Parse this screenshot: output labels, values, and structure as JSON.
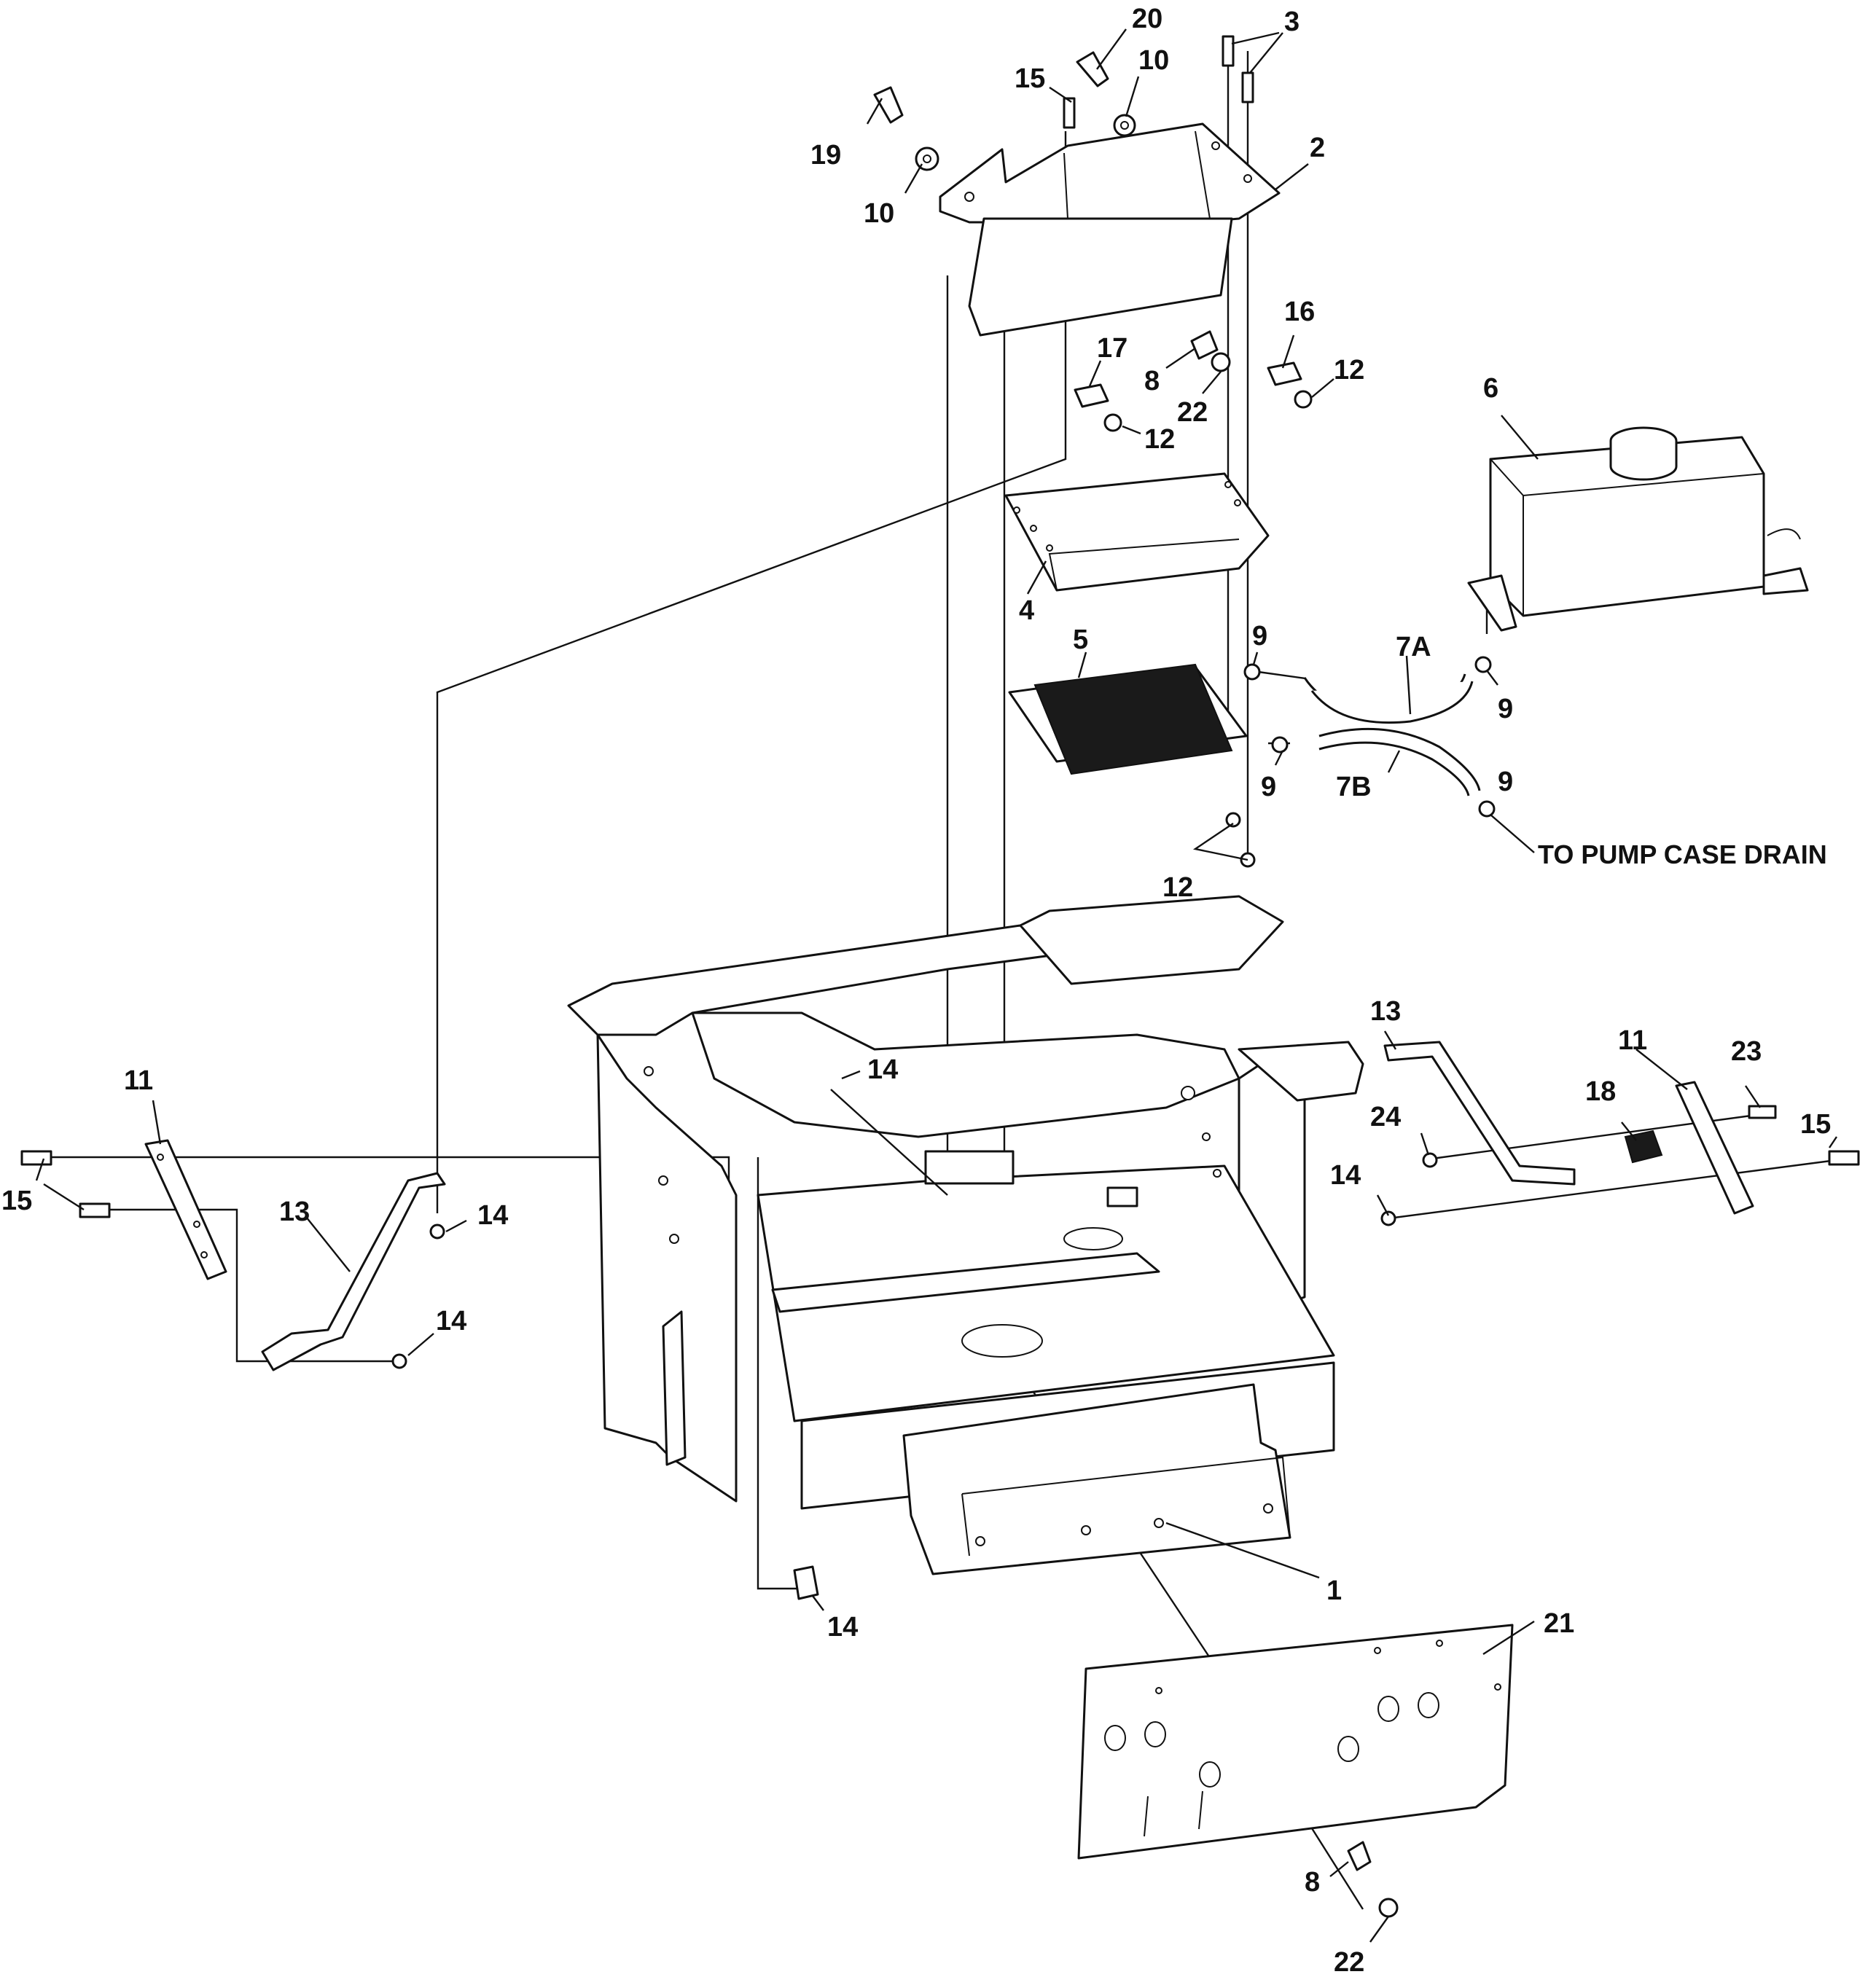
{
  "callouts": [
    {
      "id": "c-1",
      "text": "1"
    },
    {
      "id": "c-2",
      "text": "2"
    },
    {
      "id": "c-3",
      "text": "3"
    },
    {
      "id": "c-4",
      "text": "4"
    },
    {
      "id": "c-5",
      "text": "5"
    },
    {
      "id": "c-6",
      "text": "6"
    },
    {
      "id": "c-7a",
      "text": "7A"
    },
    {
      "id": "c-7b",
      "text": "7B"
    },
    {
      "id": "c-8a",
      "text": "8"
    },
    {
      "id": "c-8b",
      "text": "8"
    },
    {
      "id": "c-9a",
      "text": "9"
    },
    {
      "id": "c-9b",
      "text": "9"
    },
    {
      "id": "c-9c",
      "text": "9"
    },
    {
      "id": "c-9d",
      "text": "9"
    },
    {
      "id": "c-10a",
      "text": "10"
    },
    {
      "id": "c-10b",
      "text": "10"
    },
    {
      "id": "c-11a",
      "text": "11"
    },
    {
      "id": "c-11b",
      "text": "11"
    },
    {
      "id": "c-12a",
      "text": "12"
    },
    {
      "id": "c-12b",
      "text": "12"
    },
    {
      "id": "c-12c",
      "text": "12"
    },
    {
      "id": "c-13a",
      "text": "13"
    },
    {
      "id": "c-13b",
      "text": "13"
    },
    {
      "id": "c-14a",
      "text": "14"
    },
    {
      "id": "c-14b",
      "text": "14"
    },
    {
      "id": "c-14c",
      "text": "14"
    },
    {
      "id": "c-14d",
      "text": "14"
    },
    {
      "id": "c-14e",
      "text": "14"
    },
    {
      "id": "c-15a",
      "text": "15"
    },
    {
      "id": "c-15b",
      "text": "15"
    },
    {
      "id": "c-15c",
      "text": "15"
    },
    {
      "id": "c-16",
      "text": "16"
    },
    {
      "id": "c-17",
      "text": "17"
    },
    {
      "id": "c-18",
      "text": "18"
    },
    {
      "id": "c-19",
      "text": "19"
    },
    {
      "id": "c-20",
      "text": "20"
    },
    {
      "id": "c-21",
      "text": "21"
    },
    {
      "id": "c-22a",
      "text": "22"
    },
    {
      "id": "c-22b",
      "text": "22"
    },
    {
      "id": "c-23",
      "text": "23"
    },
    {
      "id": "c-24",
      "text": "24"
    }
  ],
  "notes": {
    "pump_drain": "TO PUMP CASE DRAIN"
  }
}
